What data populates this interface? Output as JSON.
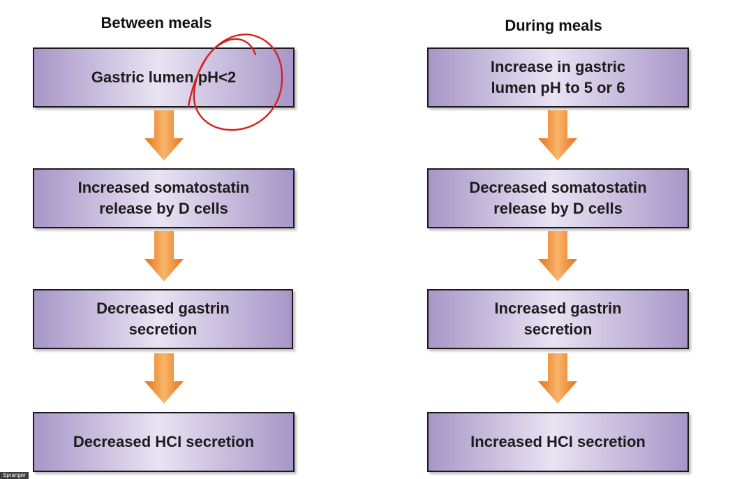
{
  "columns": [
    {
      "title": "Between meals",
      "boxes": [
        "Gastric lumen pH<2",
        "Increased somatostatin\nrelease by D cells",
        "Decreased gastrin\nsecretion",
        "Decreased HCI secretion"
      ]
    },
    {
      "title": "During meals",
      "boxes": [
        "Increase in gastric\nlumen pH to 5 or 6",
        "Decreased somatostatin\nrelease by D cells",
        "Increased gastrin\nsecretion",
        "Increased HCI secretion"
      ]
    }
  ],
  "corner_label": "Spranger",
  "colors": {
    "box_fill_edge": "#a796c8",
    "box_fill_center": "#e9e3f3",
    "arrow": "#f0892a",
    "annotation": "#d42020"
  }
}
